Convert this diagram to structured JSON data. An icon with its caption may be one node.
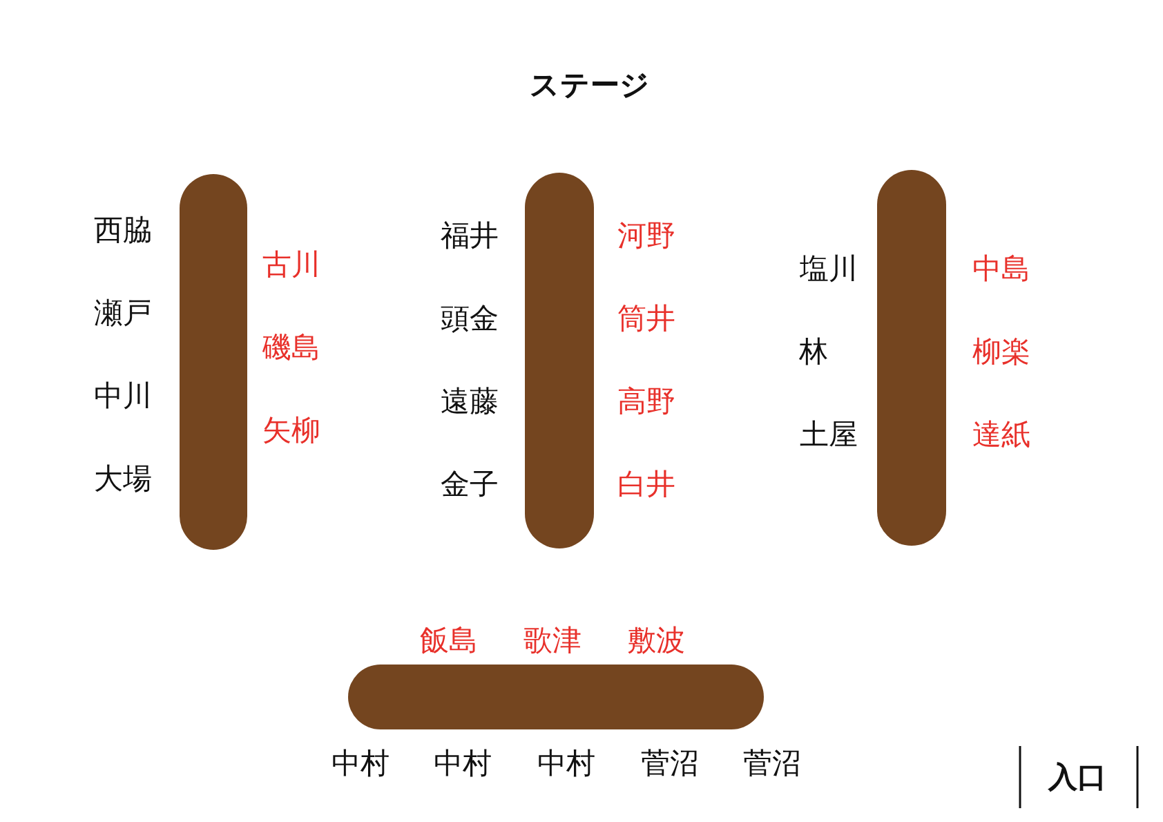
{
  "diagram": {
    "title": "ステージ",
    "nodes": [
      {
        "text": [],
        "shape": "bar",
        "beside": [
          "西脇",
          "瀬戸",
          "中川",
          "大場",
          "古川",
          "磯島",
          "矢柳"
        ]
      },
      {
        "text": [],
        "shape": "bar",
        "beside": [
          "福井",
          "頭金",
          "遠藤",
          "金子",
          "河野",
          "筒井",
          "高野",
          "白井"
        ]
      },
      {
        "text": [],
        "shape": "bar",
        "beside": [
          "塩川",
          "林",
          "土屋",
          "中島",
          "柳楽",
          "達紙"
        ]
      },
      {
        "text": [],
        "shape": "bar",
        "beside": [
          "飯島",
          "歌津",
          "敷波",
          "中村",
          "中村",
          "中村",
          "菅沼",
          "菅沼"
        ]
      }
    ],
    "labels": [
      "入口"
    ]
  }
}
